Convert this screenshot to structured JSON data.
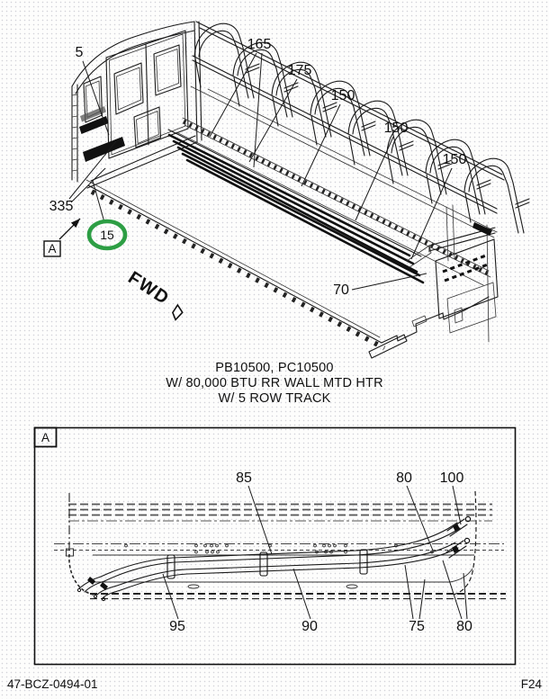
{
  "page": {
    "footer": {
      "doc_number": "47-BCZ-0494-01",
      "page_code": "F24"
    }
  },
  "main_view": {
    "caption_lines": [
      "PB10500, PC10500",
      "W/ 80,000 BTU RR WALL MTD HTR",
      "W/ 5 ROW TRACK"
    ],
    "fwd_label": "FWD",
    "detail_marker": "A",
    "highlight_color": "#2d9e44",
    "callouts": {
      "c5": "5",
      "c165": "165",
      "c175": "175",
      "c150_1": "150",
      "c150_2": "150",
      "c150_3": "150",
      "c335": "335",
      "c15": "15",
      "c70": "70"
    }
  },
  "detail_view": {
    "panel_label": "A",
    "callouts": {
      "c85": "85",
      "c80_top": "80",
      "c100": "100",
      "c95": "95",
      "c90": "90",
      "c75": "75",
      "c80_bottom": "80"
    }
  }
}
